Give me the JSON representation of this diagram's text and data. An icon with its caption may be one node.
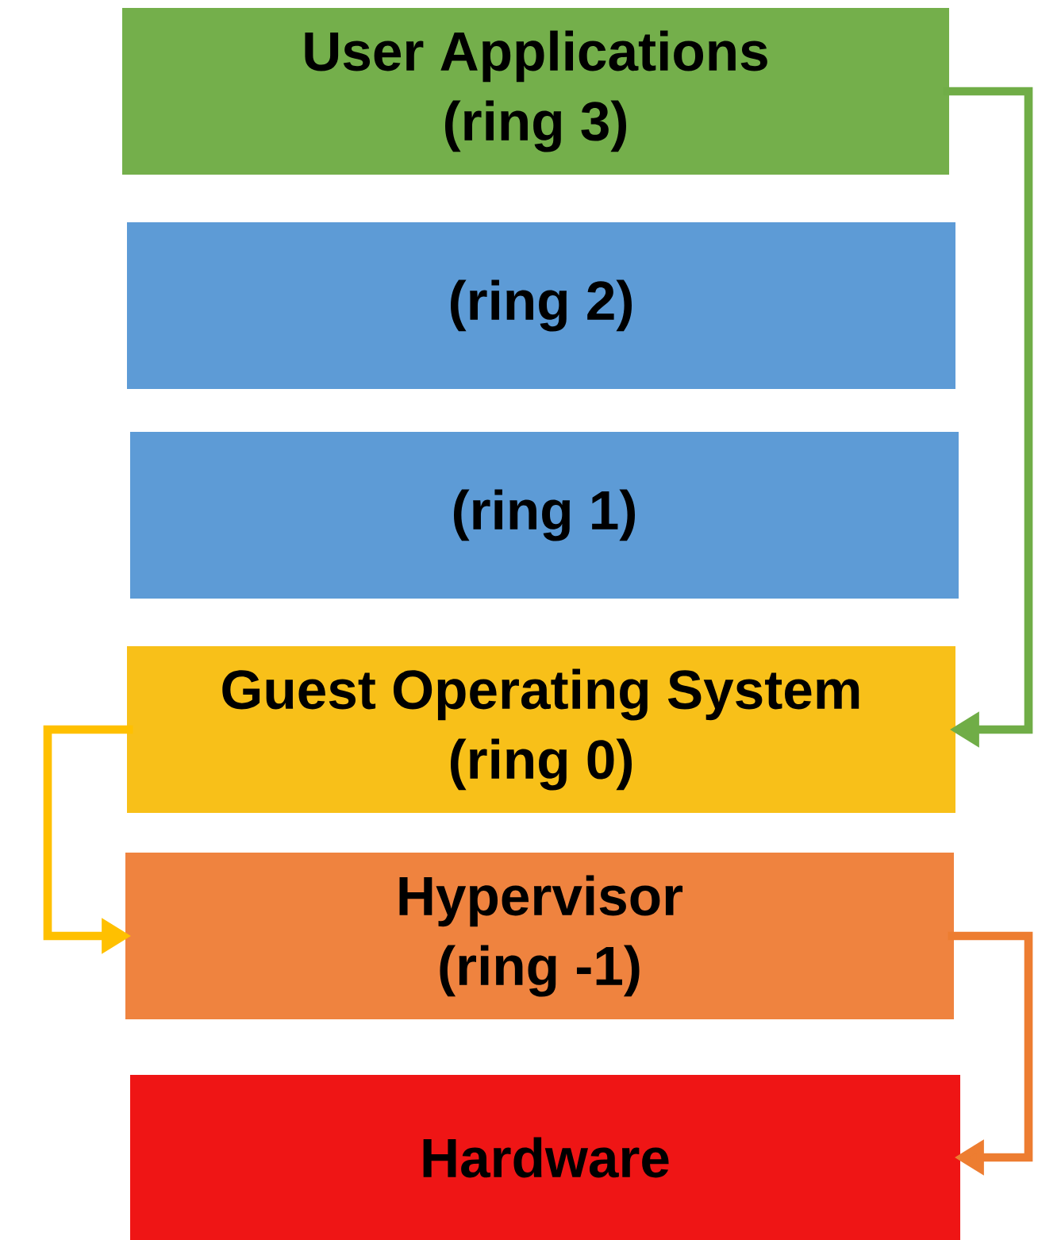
{
  "diagram": {
    "nodes": [
      {
        "text": [
          "User Applications",
          "(ring 3)"
        ]
      },
      {
        "text": [
          "(ring 2)"
        ]
      },
      {
        "text": [
          "(ring 1)"
        ]
      },
      {
        "text": [
          "Guest Operating System",
          "(ring 0)"
        ]
      },
      {
        "text": [
          "Hypervisor",
          "(ring -1)"
        ]
      },
      {
        "text": [
          "Hardware"
        ]
      }
    ],
    "edges": [
      {
        "from": 0,
        "to": 3,
        "arrow": "to",
        "color": "#70ad47"
      },
      {
        "from": 3,
        "to": 4,
        "arrow": "to",
        "color": "#ffc000"
      },
      {
        "from": 4,
        "to": 5,
        "arrow": "to",
        "color": "#ed7d31"
      }
    ]
  }
}
